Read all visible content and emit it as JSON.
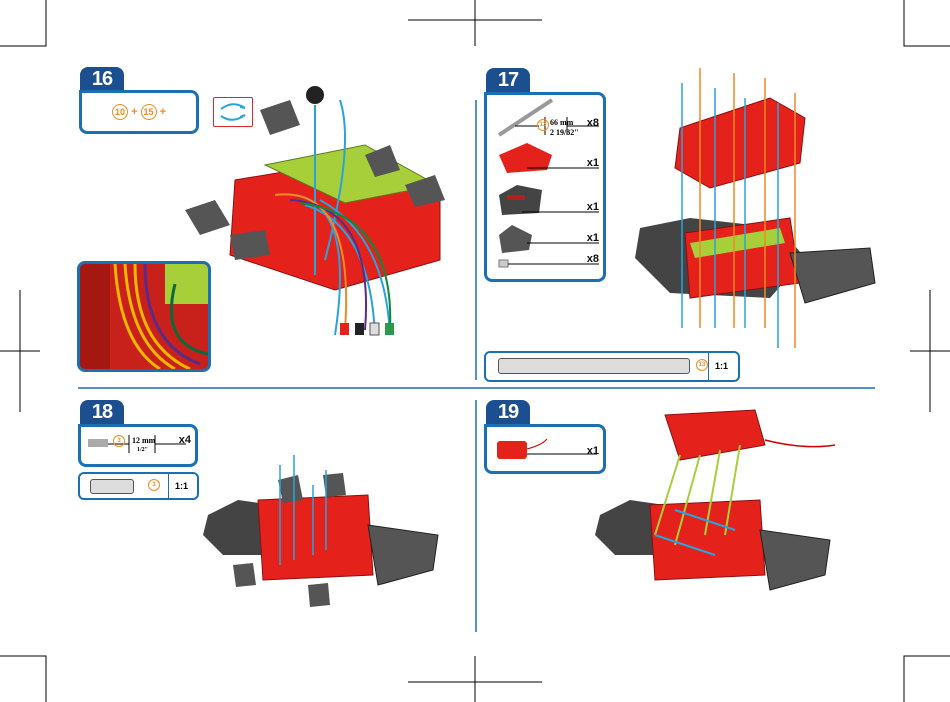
{
  "steps": [
    {
      "number": "16",
      "parts_formula": {
        "a": "10",
        "plus1": "+",
        "b": "15",
        "plus2": "+"
      },
      "icon": "rotate-swap-icon"
    },
    {
      "number": "17",
      "parts": [
        {
          "part": "13",
          "length_mm": "66 mm",
          "length_in": "2 19/32\"",
          "qty": "x8"
        },
        {
          "qty": "x1"
        },
        {
          "qty": "x1"
        },
        {
          "qty": "x1"
        },
        {
          "qty": "x8"
        }
      ],
      "scale": "1:1",
      "scale_part": "13"
    },
    {
      "number": "18",
      "parts": [
        {
          "part": "3",
          "length_mm": "12 mm",
          "length_in": "1/2\"",
          "qty": "x4"
        }
      ],
      "scale": "1:1",
      "scale_part": "3"
    },
    {
      "number": "19",
      "parts": [
        {
          "qty": "x1"
        }
      ]
    }
  ],
  "colors": {
    "blue": "#1b6fb3",
    "navy": "#1b4f8f",
    "red": "#e5211c",
    "orange": "#f08a24",
    "green": "#a6cf3a"
  }
}
